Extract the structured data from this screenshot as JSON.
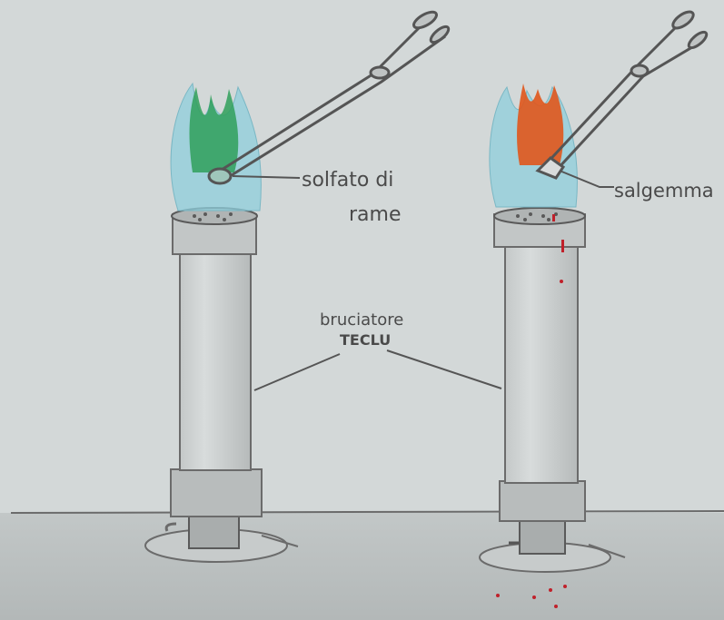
{
  "labels": {
    "copper_sulfate_line1": "solfato di",
    "copper_sulfate_line2": "rame",
    "rock_salt": "salgemma",
    "burner_line1": "bruciatore",
    "burner_line2": "TECLU"
  },
  "colors": {
    "paper": "#d3d8d8",
    "pencil": "#6b6b6b",
    "flame_blue": "#8fcfdc",
    "flame_green": "#2fa05a",
    "flame_orange": "#e0561c",
    "drip_red": "#c0202a"
  }
}
